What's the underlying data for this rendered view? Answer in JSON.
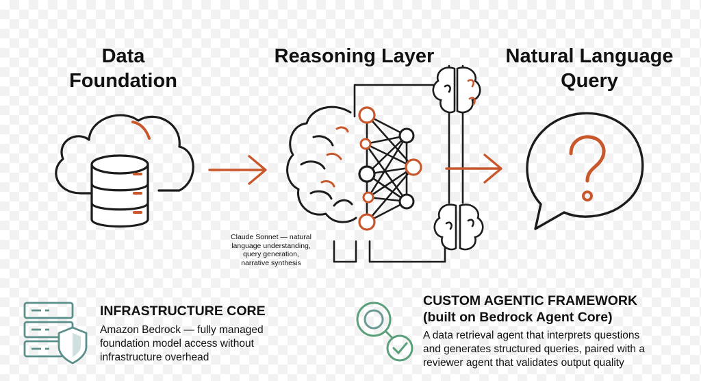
{
  "headings": {
    "data_foundation": [
      "Data",
      "Foundation"
    ],
    "reasoning_layer": "Reasoning Layer",
    "natural_language_query": [
      "Natural Language",
      "Query"
    ]
  },
  "model_caption": [
    "Claude Sonnet — natural",
    "language understanding,",
    "query generation,",
    "narrative synthesis"
  ],
  "infrastructure": {
    "title": "INFRASTRUCTURE CORE",
    "body": [
      "Amazon Bedrock — fully managed",
      "foundation model access without",
      "infrastructure overhead"
    ]
  },
  "agentic": {
    "title": [
      "CUSTOM AGENTIC FRAMEWORK",
      "(built on Bedrock Agent Core)"
    ],
    "body": [
      "A data retrieval agent that interprets questions",
      "and generates structured queries, paired with a",
      "reviewer agent that validates output quality"
    ]
  },
  "icons": {
    "cloud_database": "cloud-database-icon",
    "brain_network": "brain-network-icon",
    "speech_bubble_question": "speech-bubble-question-icon",
    "server_shield": "server-shield-icon",
    "search_check": "search-check-icon"
  },
  "colors": {
    "outline": "#1c1c1c",
    "accent_orange": "#c8572c",
    "teal": "#5b8f8a",
    "green": "#5aa07a"
  }
}
